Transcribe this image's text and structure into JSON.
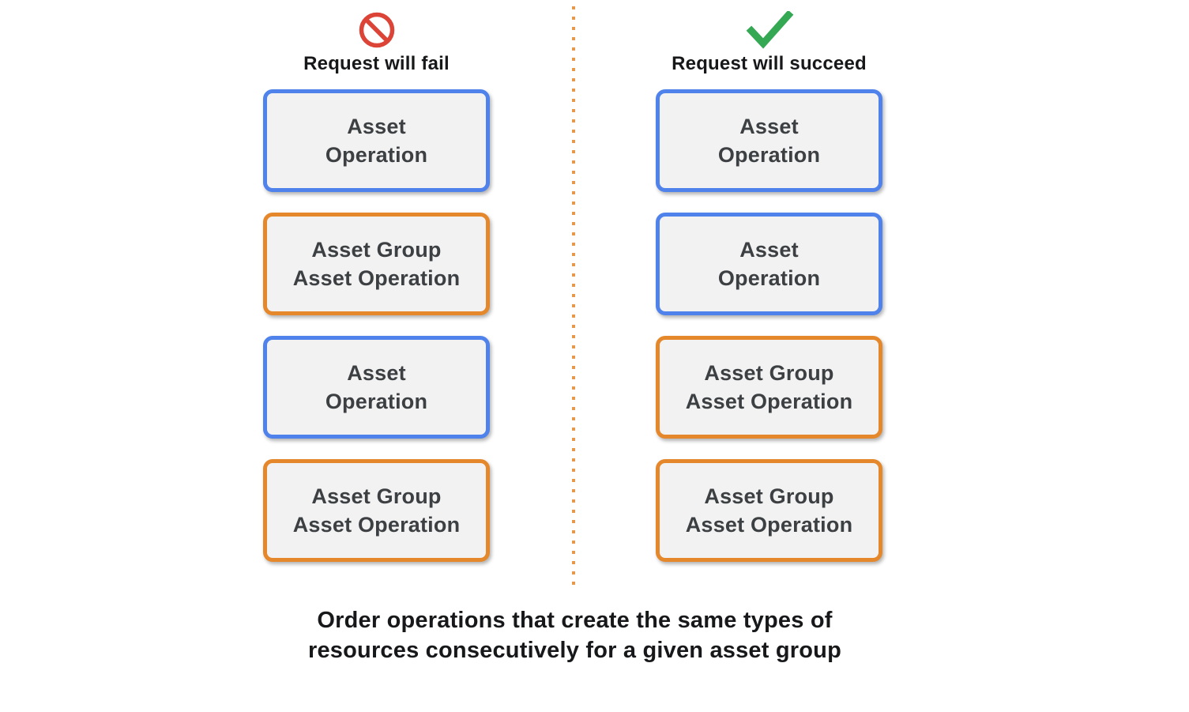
{
  "diagram": {
    "fail_column": {
      "title": "Request will fail",
      "icon": "prohibition-icon",
      "boxes": [
        {
          "type": "asset",
          "label": "Asset\nOperation"
        },
        {
          "type": "asset-group",
          "label": "Asset Group\nAsset Operation"
        },
        {
          "type": "asset",
          "label": "Asset\nOperation"
        },
        {
          "type": "asset-group",
          "label": "Asset Group\nAsset Operation"
        }
      ]
    },
    "succeed_column": {
      "title": "Request will succeed",
      "icon": "checkmark-icon",
      "boxes": [
        {
          "type": "asset",
          "label": "Asset\nOperation"
        },
        {
          "type": "asset",
          "label": "Asset\nOperation"
        },
        {
          "type": "asset-group",
          "label": "Asset Group\nAsset Operation"
        },
        {
          "type": "asset-group",
          "label": "Asset Group\nAsset Operation"
        }
      ]
    },
    "caption": "Order operations that create the same types of\nresources consecutively for a given asset group",
    "colors": {
      "asset_border": "#4f82ea",
      "asset_group_border": "#e5882b",
      "fail_icon": "#db4437",
      "succeed_icon": "#34a853",
      "divider_dots": "#e8984a",
      "box_fill": "#f2f2f2",
      "box_text": "#3d4043"
    }
  }
}
